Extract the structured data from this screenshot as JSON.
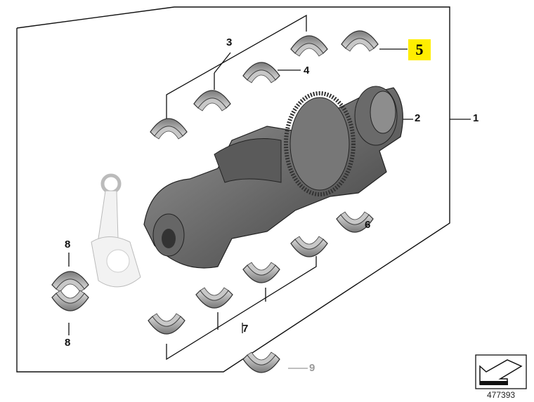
{
  "diagram": {
    "callouts": [
      {
        "id": "1",
        "label": "1"
      },
      {
        "id": "2",
        "label": "2"
      },
      {
        "id": "3",
        "label": "3"
      },
      {
        "id": "4",
        "label": "4"
      },
      {
        "id": "5",
        "label": "5",
        "highlighted": true
      },
      {
        "id": "6",
        "label": "6"
      },
      {
        "id": "7",
        "label": "7"
      },
      {
        "id": "8a",
        "label": "8"
      },
      {
        "id": "8b",
        "label": "8"
      },
      {
        "id": "9",
        "label": "9"
      }
    ],
    "reference_number": "477393",
    "highlight_color": "#ffee00"
  }
}
